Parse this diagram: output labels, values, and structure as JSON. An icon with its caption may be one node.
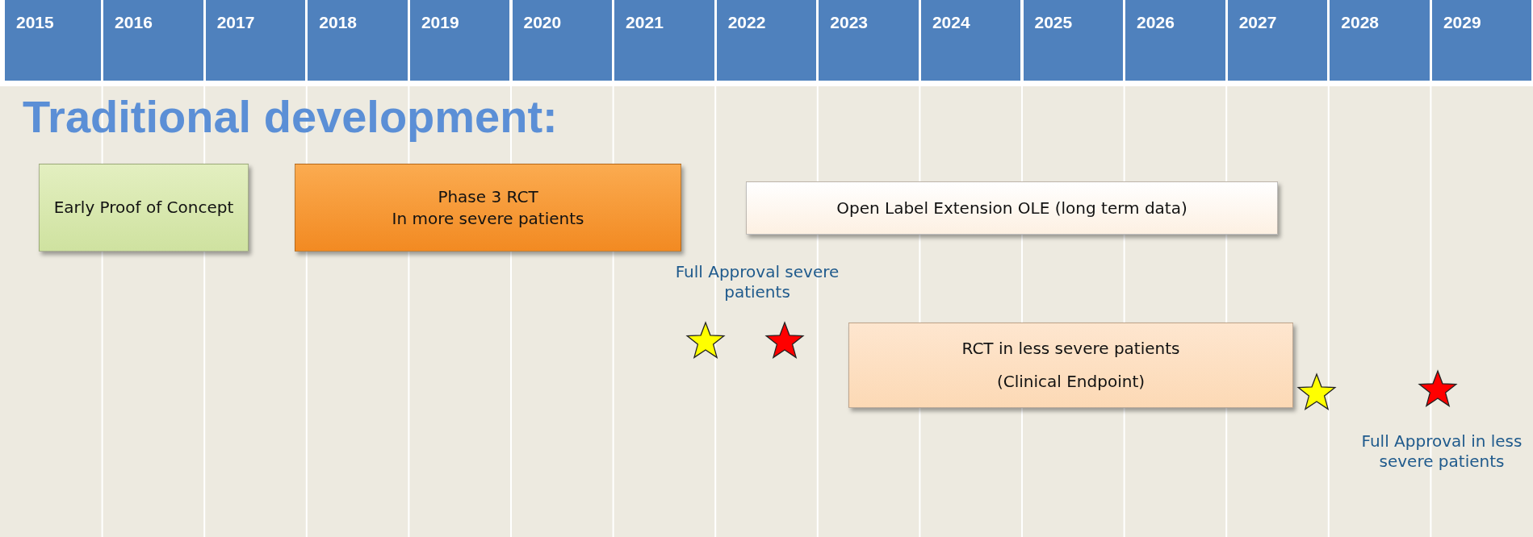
{
  "diagram": {
    "title": "Traditional development:",
    "nodes": [
      {
        "text": [
          "Early Proof of Concept"
        ]
      },
      {
        "text": [
          "Phase 3 RCT",
          "In more severe patients"
        ]
      },
      {
        "text": [
          "Open Label Extension OLE (long term data)"
        ]
      },
      {
        "text": [
          "RCT in less severe patients",
          "(Clinical Endpoint)"
        ]
      }
    ],
    "labels": [
      "2015",
      "2016",
      "2017",
      "2018",
      "2019",
      "2020",
      "2021",
      "2022",
      "2023",
      "2024",
      "2025",
      "2026",
      "2027",
      "2028",
      "2029",
      "Full Approval severe patients",
      "Full Approval in less severe patients"
    ]
  }
}
